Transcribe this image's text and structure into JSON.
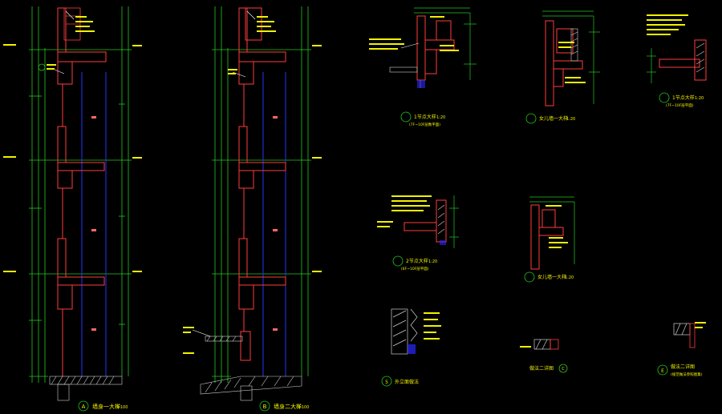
{
  "colors": {
    "background": "#000000",
    "wall_outline": "#ff3b3b",
    "dimension_line": "#21c821",
    "glazing": "#2233ff",
    "annotation": "#f2f200",
    "leader": "#ffffff",
    "hatch": "#cfcfcf",
    "title_text": "#f2f200"
  },
  "labels": {
    "section_a_title": "墙身一大样",
    "section_a_scale": "1:100",
    "section_a_tag": "A",
    "section_b_title": "墙身二大样",
    "section_b_scale": "1:100",
    "section_b_tag": "B",
    "detail_1_title": "1节点大样",
    "detail_1_scale": "1:20",
    "detail_1_note": "(7F~10F层数平面)",
    "detail_2_title": "女儿墙一大样",
    "detail_2_scale": "1:20",
    "detail_3_title": "1节点大样",
    "detail_3_scale": "1:20",
    "detail_3_note": "(7F~10F层平面)",
    "detail_4_title": "2节点大样",
    "detail_4_scale": "1:20",
    "detail_4_note": "(6F~10F层平面)",
    "detail_5_title": "女儿墙一大样",
    "detail_5_scale": "1:20",
    "detail_6_title": "外立面做法",
    "detail_6_tag": "5",
    "detail_7_title": "做法二详图",
    "detail_7_tag": "C",
    "detail_8_title": "做法二详图",
    "detail_8_note": "(规范做法参照图集)",
    "detail_8_tag": "E"
  }
}
